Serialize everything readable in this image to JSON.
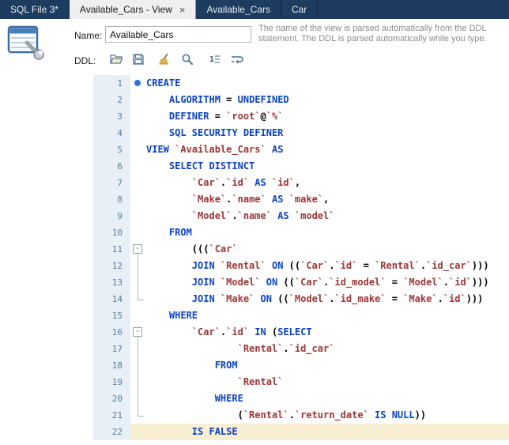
{
  "colors": {
    "tabbar-bg": "#1e3c5f",
    "tab-active-bg": "#efefef",
    "keyword": "#0b43c2",
    "identifier": "#9c3636",
    "operator": "#000000",
    "gutter-bg": "#e7eff7",
    "gutter-fg": "#5b7a9d",
    "currentline-bg": "#f7eed3",
    "accent-dot": "#2e75d4"
  },
  "icons": {
    "close": "×",
    "fold_collapse": "-"
  },
  "tabs": [
    {
      "label": "SQL File 3*",
      "active": false
    },
    {
      "label": "Available_Cars - View",
      "active": true
    },
    {
      "label": "Available_Cars",
      "active": false
    },
    {
      "label": "Car",
      "active": false
    }
  ],
  "form": {
    "name_label": "Name:",
    "name_value": "Available_Cars",
    "ddl_label": "DDL:",
    "help_text": "The name of the view is parsed automatically from the DDL statement. The DDL is parsed automatically while you type."
  },
  "toolbar": {
    "icons": [
      "open-file",
      "save",
      "beautify",
      "search",
      "toggle-line-numbers",
      "toggle-word-wrap"
    ]
  },
  "editor": {
    "current_line": 22,
    "breakpoint_line": 1,
    "lines": [
      {
        "num": 1,
        "indent": 0,
        "marker": "dot",
        "segments": [
          [
            "kw",
            "CREATE"
          ]
        ]
      },
      {
        "num": 2,
        "indent": 4,
        "marker": null,
        "segments": [
          [
            "kw",
            "ALGORITHM"
          ],
          [
            "op",
            " = "
          ],
          [
            "kw",
            "UNDEFINED"
          ]
        ]
      },
      {
        "num": 3,
        "indent": 4,
        "marker": null,
        "segments": [
          [
            "kw",
            "DEFINER"
          ],
          [
            "op",
            " = "
          ],
          [
            "id",
            "`root`"
          ],
          [
            "op",
            "@"
          ],
          [
            "id",
            "`%`"
          ]
        ]
      },
      {
        "num": 4,
        "indent": 4,
        "marker": null,
        "segments": [
          [
            "kw",
            "SQL SECURITY DEFINER"
          ]
        ]
      },
      {
        "num": 5,
        "indent": 0,
        "marker": null,
        "segments": [
          [
            "kw",
            "VIEW"
          ],
          [
            "op",
            " "
          ],
          [
            "id",
            "`Available_Cars`"
          ],
          [
            "op",
            " "
          ],
          [
            "kw",
            "AS"
          ]
        ]
      },
      {
        "num": 6,
        "indent": 4,
        "marker": null,
        "segments": [
          [
            "kw",
            "SELECT DISTINCT"
          ]
        ]
      },
      {
        "num": 7,
        "indent": 8,
        "marker": null,
        "segments": [
          [
            "id",
            "`Car`"
          ],
          [
            "op",
            "."
          ],
          [
            "id",
            "`id`"
          ],
          [
            "op",
            " "
          ],
          [
            "kw",
            "AS"
          ],
          [
            "op",
            " "
          ],
          [
            "id",
            "`id`"
          ],
          [
            "op",
            ","
          ]
        ]
      },
      {
        "num": 8,
        "indent": 8,
        "marker": null,
        "segments": [
          [
            "id",
            "`Make`"
          ],
          [
            "op",
            "."
          ],
          [
            "id",
            "`name`"
          ],
          [
            "op",
            " "
          ],
          [
            "kw",
            "AS"
          ],
          [
            "op",
            " "
          ],
          [
            "id",
            "`make`"
          ],
          [
            "op",
            ","
          ]
        ]
      },
      {
        "num": 9,
        "indent": 8,
        "marker": null,
        "segments": [
          [
            "id",
            "`Model`"
          ],
          [
            "op",
            "."
          ],
          [
            "id",
            "`name`"
          ],
          [
            "op",
            " "
          ],
          [
            "kw",
            "AS"
          ],
          [
            "op",
            " "
          ],
          [
            "id",
            "`model`"
          ]
        ]
      },
      {
        "num": 10,
        "indent": 4,
        "marker": null,
        "segments": [
          [
            "kw",
            "FROM"
          ]
        ]
      },
      {
        "num": 11,
        "indent": 8,
        "marker": "fold",
        "segments": [
          [
            "op",
            "((("
          ],
          [
            "id",
            "`Car`"
          ]
        ]
      },
      {
        "num": 12,
        "indent": 8,
        "marker": "vline",
        "segments": [
          [
            "kw",
            "JOIN"
          ],
          [
            "op",
            " "
          ],
          [
            "id",
            "`Rental`"
          ],
          [
            "op",
            " "
          ],
          [
            "kw",
            "ON"
          ],
          [
            "op",
            " (("
          ],
          [
            "id",
            "`Car`"
          ],
          [
            "op",
            "."
          ],
          [
            "id",
            "`id`"
          ],
          [
            "op",
            " = "
          ],
          [
            "id",
            "`Rental`"
          ],
          [
            "op",
            "."
          ],
          [
            "id",
            "`id_car`"
          ],
          [
            "op",
            ")))"
          ]
        ]
      },
      {
        "num": 13,
        "indent": 8,
        "marker": "vline",
        "segments": [
          [
            "kw",
            "JOIN"
          ],
          [
            "op",
            " "
          ],
          [
            "id",
            "`Model`"
          ],
          [
            "op",
            " "
          ],
          [
            "kw",
            "ON"
          ],
          [
            "op",
            " (("
          ],
          [
            "id",
            "`Car`"
          ],
          [
            "op",
            "."
          ],
          [
            "id",
            "`id_model`"
          ],
          [
            "op",
            " = "
          ],
          [
            "id",
            "`Model`"
          ],
          [
            "op",
            "."
          ],
          [
            "id",
            "`id`"
          ],
          [
            "op",
            ")))"
          ]
        ]
      },
      {
        "num": 14,
        "indent": 8,
        "marker": "corner",
        "segments": [
          [
            "kw",
            "JOIN"
          ],
          [
            "op",
            " "
          ],
          [
            "id",
            "`Make`"
          ],
          [
            "op",
            " "
          ],
          [
            "kw",
            "ON"
          ],
          [
            "op",
            " (("
          ],
          [
            "id",
            "`Model`"
          ],
          [
            "op",
            "."
          ],
          [
            "id",
            "`id_make`"
          ],
          [
            "op",
            " = "
          ],
          [
            "id",
            "`Make`"
          ],
          [
            "op",
            "."
          ],
          [
            "id",
            "`id`"
          ],
          [
            "op",
            ")))"
          ]
        ]
      },
      {
        "num": 15,
        "indent": 4,
        "marker": null,
        "segments": [
          [
            "kw",
            "WHERE"
          ]
        ]
      },
      {
        "num": 16,
        "indent": 8,
        "marker": "fold",
        "segments": [
          [
            "id",
            "`Car`"
          ],
          [
            "op",
            "."
          ],
          [
            "id",
            "`id`"
          ],
          [
            "op",
            " "
          ],
          [
            "kw",
            "IN"
          ],
          [
            "op",
            " ("
          ],
          [
            "kw",
            "SELECT"
          ]
        ]
      },
      {
        "num": 17,
        "indent": 16,
        "marker": "vline",
        "segments": [
          [
            "id",
            "`Rental`"
          ],
          [
            "op",
            "."
          ],
          [
            "id",
            "`id_car`"
          ]
        ]
      },
      {
        "num": 18,
        "indent": 12,
        "marker": "vline",
        "segments": [
          [
            "kw",
            "FROM"
          ]
        ]
      },
      {
        "num": 19,
        "indent": 16,
        "marker": "vline",
        "segments": [
          [
            "id",
            "`Rental`"
          ]
        ]
      },
      {
        "num": 20,
        "indent": 12,
        "marker": "vline",
        "segments": [
          [
            "kw",
            "WHERE"
          ]
        ]
      },
      {
        "num": 21,
        "indent": 16,
        "marker": "corner",
        "segments": [
          [
            "op",
            "("
          ],
          [
            "id",
            "`Rental`"
          ],
          [
            "op",
            "."
          ],
          [
            "id",
            "`return_date`"
          ],
          [
            "op",
            " "
          ],
          [
            "kw",
            "IS NULL"
          ],
          [
            "op",
            "))"
          ]
        ]
      },
      {
        "num": 22,
        "indent": 8,
        "marker": null,
        "segments": [
          [
            "kw",
            "IS FALSE"
          ]
        ]
      }
    ]
  }
}
